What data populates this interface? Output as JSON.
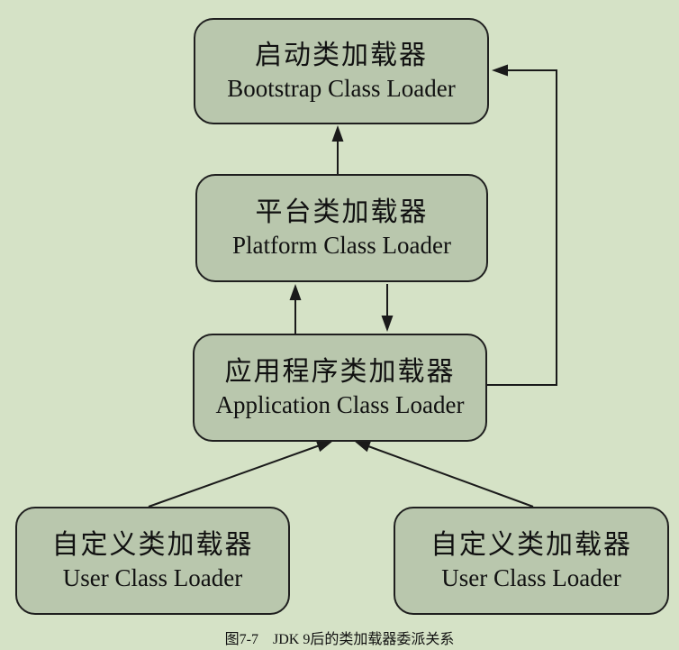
{
  "colors": {
    "background": "#d5e2c6",
    "node_fill": "#b9c7ad",
    "node_border": "#1f1f1f",
    "arrow": "#1a1a1a",
    "text": "#111111"
  },
  "nodes": {
    "bootstrap": {
      "zh": "启动类加载器",
      "en": "Bootstrap Class Loader"
    },
    "platform": {
      "zh": "平台类加载器",
      "en": "Platform Class Loader"
    },
    "application": {
      "zh": "应用程序类加载器",
      "en": "Application Class Loader"
    },
    "user_left": {
      "zh": "自定义类加载器",
      "en": "User Class Loader"
    },
    "user_right": {
      "zh": "自定义类加载器",
      "en": "User Class Loader"
    }
  },
  "arrows": [
    {
      "from": "platform",
      "to": "bootstrap",
      "style": "straight-up"
    },
    {
      "from": "application",
      "to": "platform",
      "style": "straight-up"
    },
    {
      "from": "platform",
      "to": "application",
      "style": "straight-down"
    },
    {
      "from": "application",
      "to": "bootstrap",
      "style": "right-side-loop"
    },
    {
      "from": "user_left",
      "to": "application",
      "style": "diagonal-up"
    },
    {
      "from": "user_right",
      "to": "application",
      "style": "diagonal-up"
    }
  ],
  "caption": "图7-7    JDK 9后的类加载器委派关系"
}
